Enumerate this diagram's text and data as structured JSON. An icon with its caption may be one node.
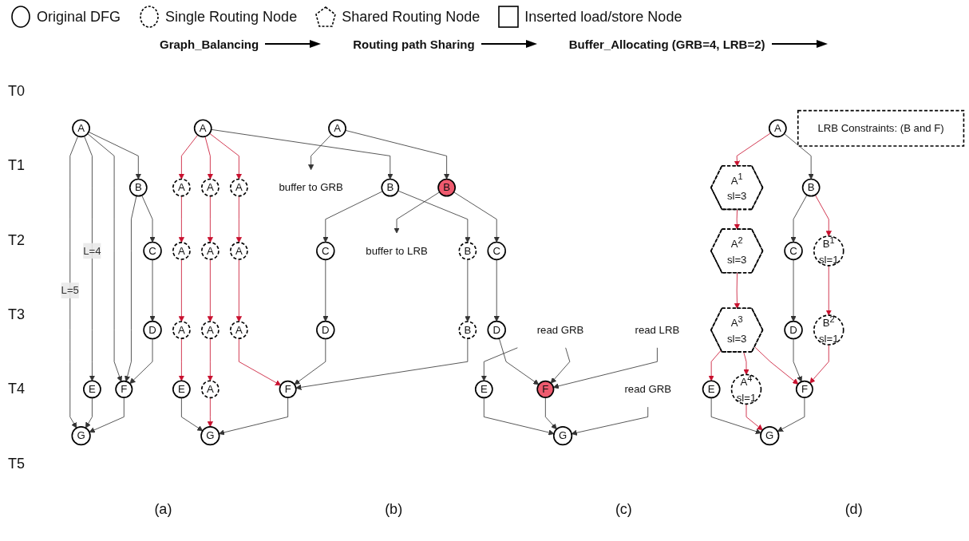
{
  "diagram": {
    "nodes": [
      {
        "text": [
          "A"
        ]
      },
      {
        "text": [
          "B"
        ]
      },
      {
        "text": [
          "C"
        ]
      },
      {
        "text": [
          "D"
        ]
      },
      {
        "text": [
          "E"
        ]
      },
      {
        "text": [
          "F"
        ]
      },
      {
        "text": [
          "G"
        ]
      },
      {
        "text": [
          "A"
        ]
      },
      {
        "text": [
          "A"
        ]
      },
      {
        "text": [
          "A"
        ]
      },
      {
        "text": [
          "A"
        ]
      },
      {
        "text": [
          "B"
        ]
      },
      {
        "text": [
          "A"
        ]
      },
      {
        "text": [
          "A"
        ]
      },
      {
        "text": [
          "A"
        ]
      },
      {
        "text": [
          "C"
        ]
      },
      {
        "text": [
          "B"
        ]
      },
      {
        "text": [
          "A"
        ]
      },
      {
        "text": [
          "A"
        ]
      },
      {
        "text": [
          "A"
        ]
      },
      {
        "text": [
          "D"
        ]
      },
      {
        "text": [
          "B"
        ]
      },
      {
        "text": [
          "E"
        ]
      },
      {
        "text": [
          "A"
        ]
      },
      {
        "text": [
          "F"
        ]
      },
      {
        "text": [
          "G"
        ]
      },
      {
        "text": [
          "A"
        ]
      },
      {
        "text": [
          "A$^{1}$",
          "sl=3"
        ]
      },
      {
        "text": [
          "B"
        ]
      },
      {
        "text": [
          "A$^{2}$",
          "sl=3"
        ]
      },
      {
        "text": [
          "C"
        ]
      },
      {
        "text": [
          "B$^{1}$",
          "sl=1"
        ]
      },
      {
        "text": [
          "A$^{3}$",
          "sl=3"
        ]
      },
      {
        "text": [
          "D"
        ]
      },
      {
        "text": [
          "B$^{2}$",
          "sl=1"
        ]
      },
      {
        "text": [
          "E"
        ]
      },
      {
        "text": [
          "A$^{4}$",
          "sl=1"
        ]
      },
      {
        "text": [
          "F"
        ]
      },
      {
        "text": [
          "G"
        ]
      },
      {
        "text": [
          "A"
        ]
      },
      {
        "text": [
          "buffer to GRB"
        ]
      },
      {
        "text": [
          "B"
        ]
      },
      {
        "text": [
          "buffer to LRB"
        ]
      },
      {
        "text": [
          "C"
        ]
      },
      {
        "text": [
          "D"
        ]
      },
      {
        "text": [
          "read GRB"
        ]
      },
      {
        "text": [
          "read LRB"
        ]
      },
      {
        "text": [
          "E"
        ]
      },
      {
        "text": [
          "F"
        ]
      },
      {
        "text": [
          "read GRB"
        ]
      },
      {
        "text": [
          "G"
        ]
      },
      {
        "text": [
          "LRB Constraints: (B and F)"
        ]
      }
    ],
    "edges": [
      {
        "from": 0,
        "to": 1,
        "arrow": "to"
      },
      {
        "from": 0,
        "to": 4,
        "arrow": "to",
        "label": "L=4"
      },
      {
        "from": 0,
        "to": 6,
        "arrow": "to",
        "label": "L=5"
      },
      {
        "from": 0,
        "to": 5,
        "arrow": "to"
      },
      {
        "from": 1,
        "to": 2,
        "arrow": "to"
      },
      {
        "from": 1,
        "to": 5,
        "arrow": "to"
      },
      {
        "from": 2,
        "to": 3,
        "arrow": "to"
      },
      {
        "from": 3,
        "to": 5,
        "arrow": "to"
      },
      {
        "from": 4,
        "to": 6,
        "arrow": "to"
      },
      {
        "from": 5,
        "to": 6,
        "arrow": "to"
      },
      {
        "from": 7,
        "to": 8,
        "arrow": "to",
        "color": "#c8102e"
      },
      {
        "from": 7,
        "to": 9,
        "arrow": "to",
        "color": "#c8102e"
      },
      {
        "from": 7,
        "to": 10,
        "arrow": "to",
        "color": "#c8102e"
      },
      {
        "from": 7,
        "to": 11,
        "arrow": "to"
      },
      {
        "from": 8,
        "to": 12,
        "arrow": "to",
        "color": "#c8102e"
      },
      {
        "from": 9,
        "to": 13,
        "arrow": "to",
        "color": "#c8102e"
      },
      {
        "from": 10,
        "to": 14,
        "arrow": "to",
        "color": "#c8102e"
      },
      {
        "from": 11,
        "to": 15,
        "arrow": "to"
      },
      {
        "from": 11,
        "to": 16,
        "arrow": "to"
      },
      {
        "from": 12,
        "to": 17,
        "arrow": "to",
        "color": "#c8102e"
      },
      {
        "from": 13,
        "to": 18,
        "arrow": "to",
        "color": "#c8102e"
      },
      {
        "from": 14,
        "to": 19,
        "arrow": "to",
        "color": "#c8102e"
      },
      {
        "from": 15,
        "to": 20,
        "arrow": "to"
      },
      {
        "from": 16,
        "to": 21,
        "arrow": "to"
      },
      {
        "from": 17,
        "to": 22,
        "arrow": "to",
        "color": "#c8102e"
      },
      {
        "from": 18,
        "to": 23,
        "arrow": "to",
        "color": "#c8102e"
      },
      {
        "from": 19,
        "to": 24,
        "arrow": "to",
        "color": "#c8102e"
      },
      {
        "from": 20,
        "to": 24,
        "arrow": "to"
      },
      {
        "from": 21,
        "to": 24,
        "arrow": "to"
      },
      {
        "from": 22,
        "to": 25,
        "arrow": "to"
      },
      {
        "from": 23,
        "to": 25,
        "arrow": "to",
        "color": "#c8102e"
      },
      {
        "from": 24,
        "to": 25,
        "arrow": "to"
      },
      {
        "from": 26,
        "to": 27,
        "arrow": "to",
        "color": "#c8102e"
      },
      {
        "from": 26,
        "to": 28,
        "arrow": "to"
      },
      {
        "from": 27,
        "to": 29,
        "arrow": "to",
        "color": "#c8102e"
      },
      {
        "from": 28,
        "to": 30,
        "arrow": "to"
      },
      {
        "from": 28,
        "to": 31,
        "arrow": "to",
        "color": "#c8102e"
      },
      {
        "from": 29,
        "to": 32,
        "arrow": "to",
        "color": "#c8102e"
      },
      {
        "from": 30,
        "to": 33,
        "arrow": "to"
      },
      {
        "from": 31,
        "to": 34,
        "arrow": "to",
        "color": "#c8102e"
      },
      {
        "from": 32,
        "to": 35,
        "arrow": "to",
        "color": "#c8102e"
      },
      {
        "from": 32,
        "to": 36,
        "arrow": "to",
        "color": "#c8102e"
      },
      {
        "from": 32,
        "to": 37,
        "arrow": "to",
        "color": "#c8102e"
      },
      {
        "from": 33,
        "to": 37,
        "arrow": "to"
      },
      {
        "from": 34,
        "to": 37,
        "arrow": "to",
        "color": "#c8102e"
      },
      {
        "from": 35,
        "to": 38,
        "arrow": "to"
      },
      {
        "from": 36,
        "to": 38,
        "arrow": "to",
        "color": "#c8102e"
      },
      {
        "from": 37,
        "to": 38,
        "arrow": "to"
      },
      {
        "from": 39,
        "to": 40,
        "arrow": "to"
      },
      {
        "from": 39,
        "to": 41,
        "arrow": "to"
      },
      {
        "from": 41,
        "to": 42,
        "arrow": "to"
      },
      {
        "from": 41,
        "to": 43,
        "arrow": "to"
      },
      {
        "from": 43,
        "to": 44,
        "arrow": "to"
      },
      {
        "from": 44,
        "to": 48,
        "arrow": "to"
      },
      {
        "from": 45,
        "to": 47,
        "arrow": "to"
      },
      {
        "from": 45,
        "to": 48,
        "arrow": "to"
      },
      {
        "from": 46,
        "to": 48,
        "arrow": "to"
      },
      {
        "from": 47,
        "to": 50,
        "arrow": "to"
      },
      {
        "from": 48,
        "to": 50,
        "arrow": "to"
      },
      {
        "from": 49,
        "to": 50,
        "arrow": "to"
      }
    ],
    "labels": [
      "Graph_Balancing",
      "Routing path Sharing",
      "Buffer_Allocating (GRB=4, LRB=2)",
      "T0",
      "T1",
      "T2",
      "T3",
      "T4",
      "T5",
      "(a)",
      "(b)",
      "(c)",
      "(d)"
    ],
    "legend": [
      {
        "text": "Original DFG"
      },
      {
        "text": "Single Routing Node"
      },
      {
        "text": "Shared Routing Node"
      },
      {
        "text": "Inserted load/store Node"
      }
    ]
  }
}
